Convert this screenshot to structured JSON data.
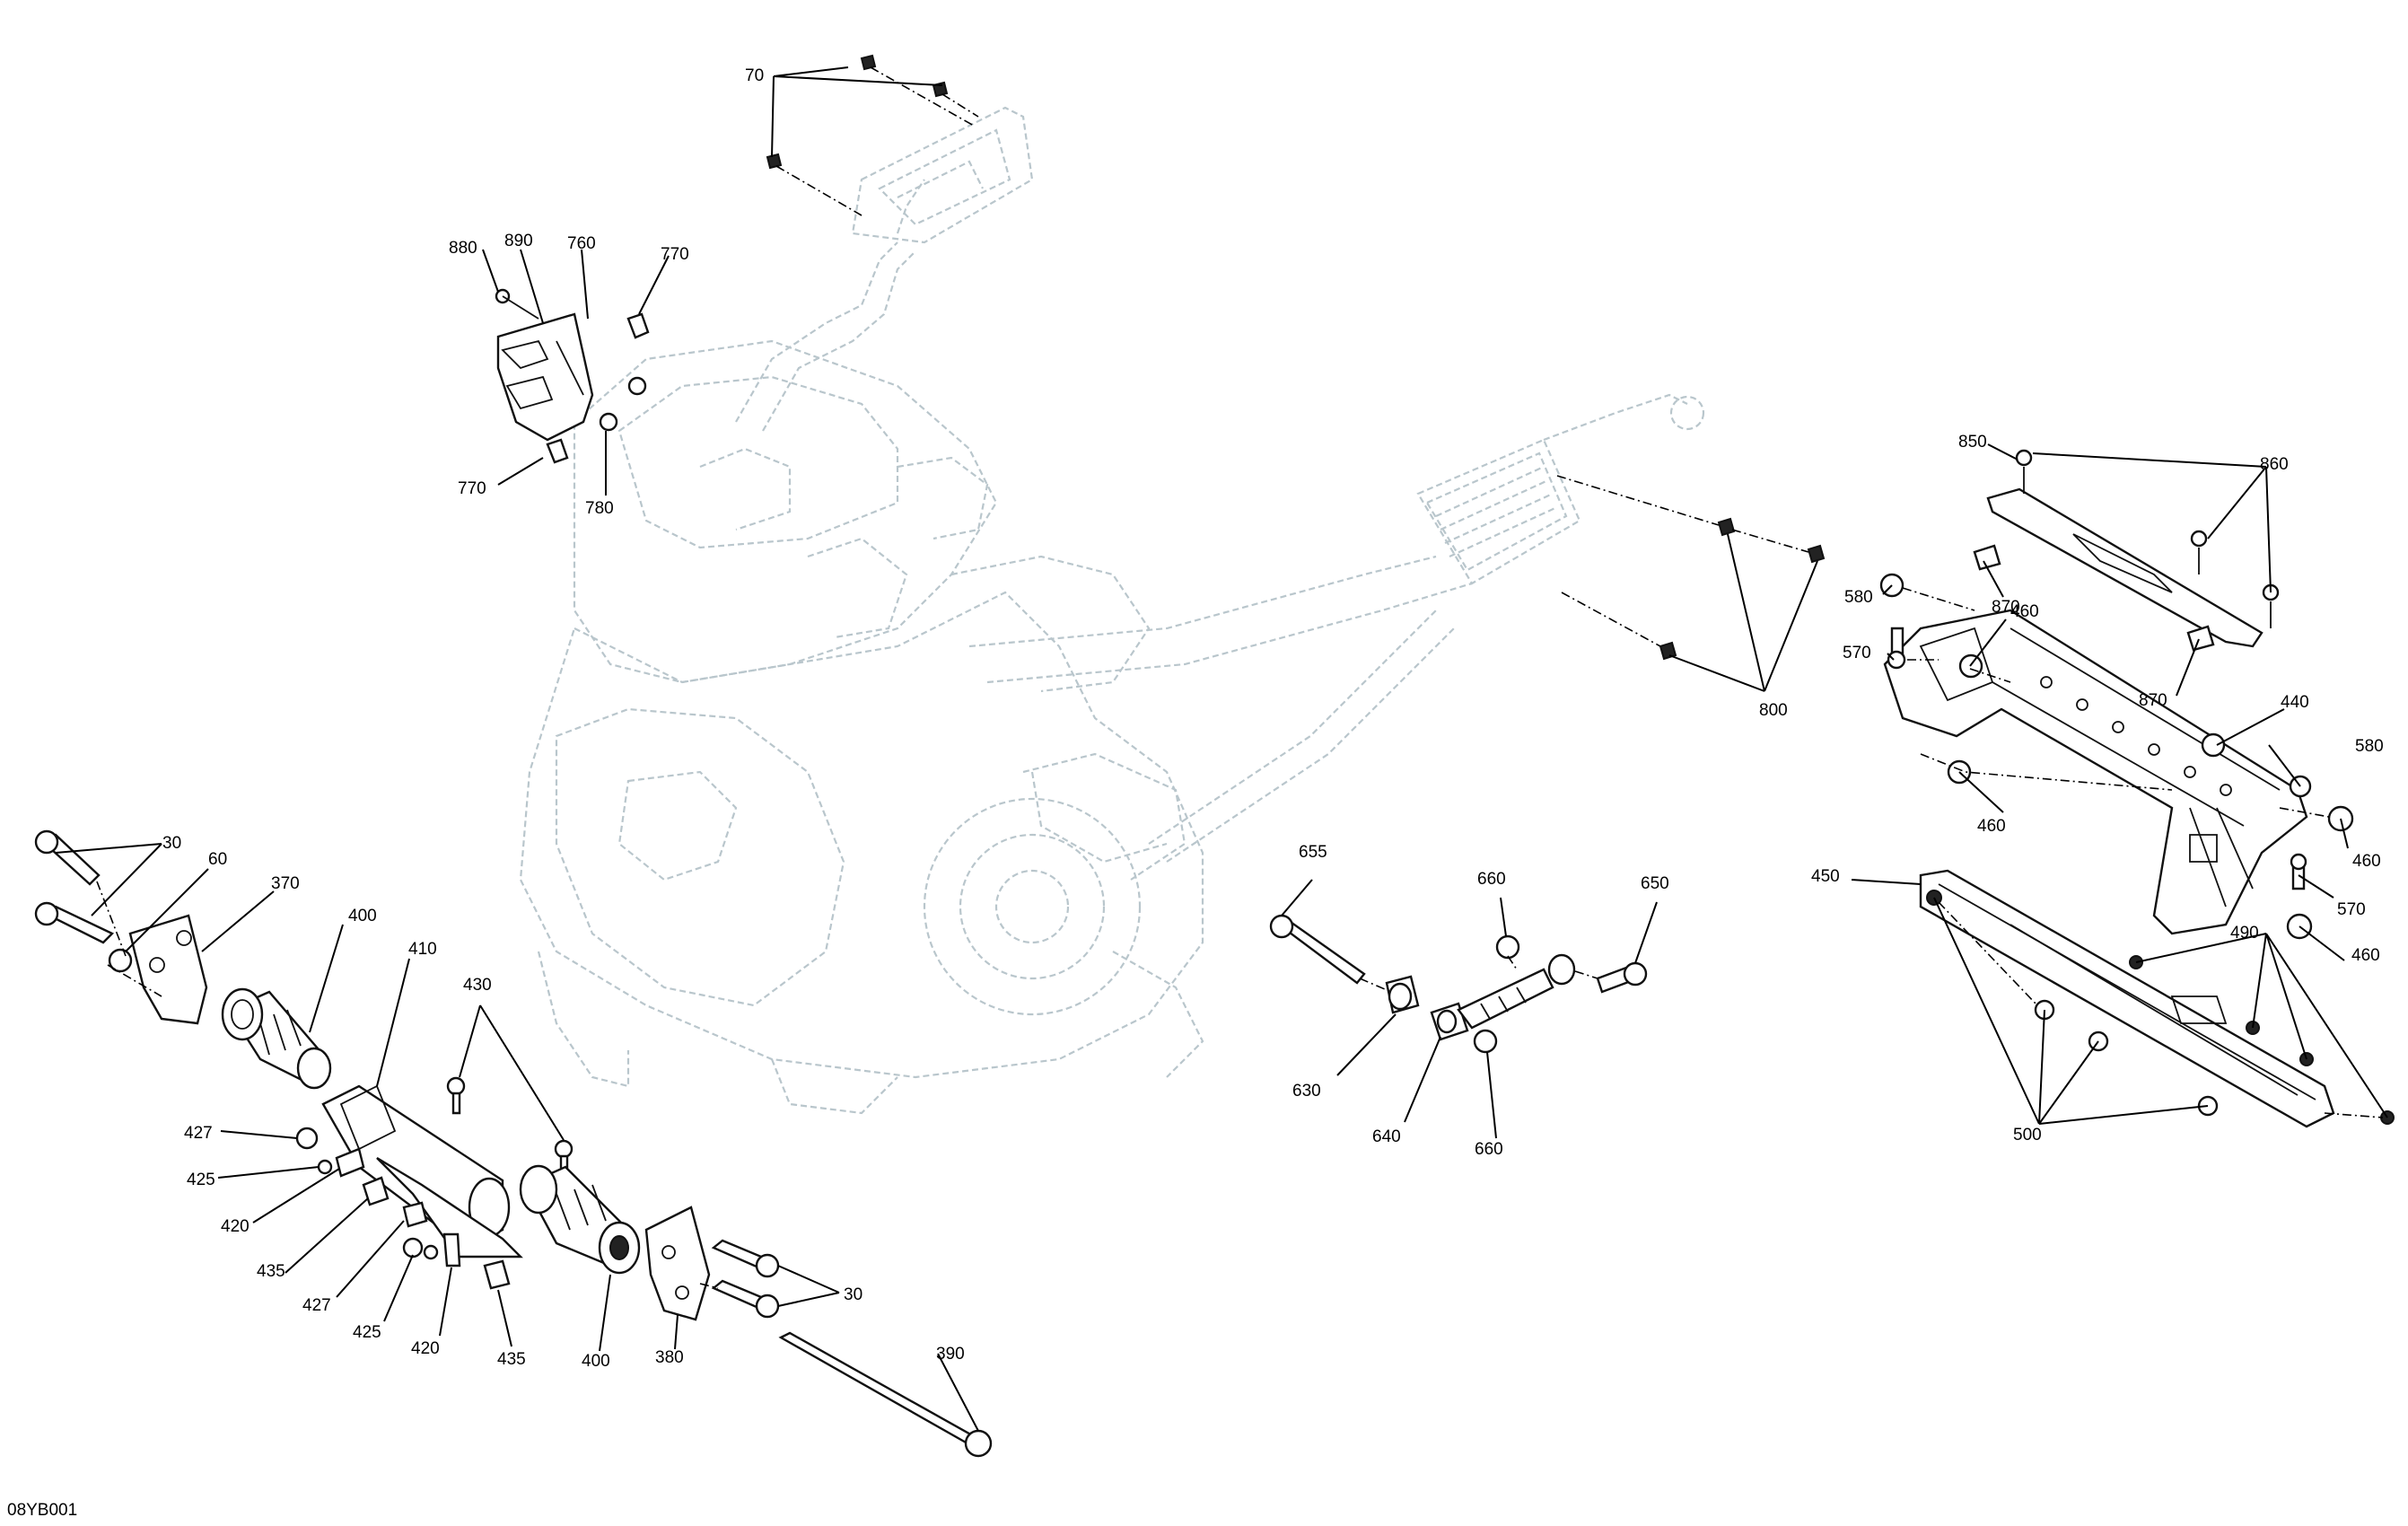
{
  "figure_code": "08YB001",
  "callouts": [
    "70",
    "880",
    "890",
    "760",
    "770",
    "770",
    "780",
    "800",
    "850",
    "860",
    "580",
    "870",
    "460",
    "570",
    "870",
    "440",
    "580",
    "460",
    "460",
    "450",
    "570",
    "490",
    "460",
    "500",
    "655",
    "660",
    "650",
    "630",
    "640",
    "660",
    "30",
    "60",
    "370",
    "400",
    "410",
    "430",
    "427",
    "425",
    "420",
    "435",
    "427",
    "425",
    "420",
    "435",
    "400",
    "380",
    "30",
    "390"
  ]
}
